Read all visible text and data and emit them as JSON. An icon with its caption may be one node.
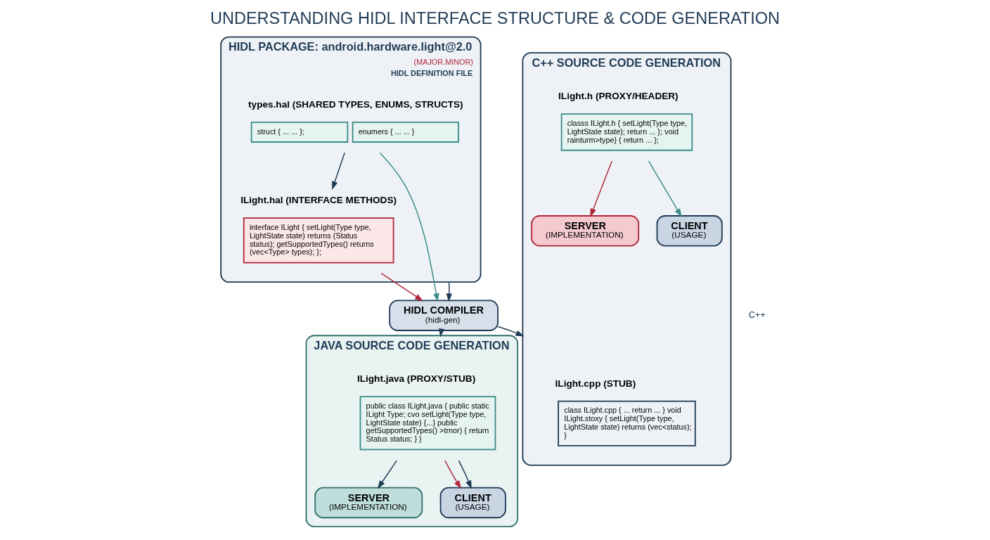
{
  "diagram": {
    "title": "UNDERSTANDING HIDL INTERFACE STRUCTURE & CODE GENERATION",
    "nodes": [
      {
        "text": [
          "HIDL PACKAGE: android.hardware.light@2.0",
          "HIDL DEFINITION FILE"
        ],
        "beside": [
          "(MAJOR.MINOR)"
        ]
      },
      {
        "text": [
          "types.hal (SHARED TYPES, ENUMS, STRUCTS)",
          "struct { ... ... };",
          "enumers { ... ... }"
        ],
        "in": 0
      },
      {
        "text": [
          "ILight.hal (INTERFACE METHODS)",
          "interface ILight { setLight(Type type, LightState state) returns (Status status); getSupportedTypes() returns (vec<Type> types); };"
        ],
        "in": 0
      },
      {
        "text": [
          "HIDL COMPILER",
          "(hidl-gen)"
        ]
      },
      {
        "text": [
          "C++ SOURCE CODE GENERATION"
        ]
      },
      {
        "text": [
          "ILight.cpp (STUB)",
          "class ILight.cpp { ... return ... } void ILight.stoxy { setLight(Type type, LightState state) returns (vec<status); }"
        ],
        "in": 4
      },
      {
        "text": [
          "ILight.h (PROXY/HEADER)",
          "classs ILight.h { setLight(Type type, LightState state); return ... }; void rainturm>type} { return ... };"
        ],
        "in": 4
      },
      {
        "text": [
          "SERVER",
          "(IMPLEMENTATION)"
        ],
        "in": 4
      },
      {
        "text": [
          "CLIENT",
          "(USAGE)"
        ],
        "in": 4
      },
      {
        "text": [
          "JAVA SOURCE CODE GENERATION"
        ]
      },
      {
        "text": [
          "ILight.java (PROXY/STUB)",
          "public class ILight.java { public static ILight Type; cvo setLight(Type type, LightState state) {...} public getSupportedTypes() >trnor) { return Status status; } }"
        ],
        "in": 9
      },
      {
        "text": [
          "SERVER",
          "(IMPLEMENTATION)"
        ],
        "in": 9
      },
      {
        "text": [
          "CLIENT",
          "(USAGE)"
        ],
        "in": 9
      }
    ],
    "edges": [
      {
        "from": 1,
        "to": 2,
        "arrow": "to"
      },
      {
        "from": 1,
        "to": 3,
        "arrow": "to",
        "color": "#3a8c88"
      },
      {
        "from": 0,
        "to": 3,
        "arrow": "to"
      },
      {
        "from": 2,
        "to": 3,
        "arrow": "to",
        "color": "#b0263a"
      },
      {
        "from": 3,
        "to": 4,
        "arrow": "to"
      },
      {
        "from": 3,
        "to": 9,
        "arrow": "to"
      },
      {
        "from": 6,
        "to": 7,
        "arrow": "to",
        "color": "#b0263a"
      },
      {
        "from": 6,
        "to": 8,
        "arrow": "to",
        "color": "#3a8c88"
      },
      {
        "from": 10,
        "to": 11,
        "arrow": "to"
      },
      {
        "from": 10,
        "to": 12,
        "arrow": "to",
        "color": "#b0263a"
      },
      {
        "from": 10,
        "to": 12,
        "arrow": "to"
      }
    ],
    "labels": [
      "C++"
    ]
  }
}
